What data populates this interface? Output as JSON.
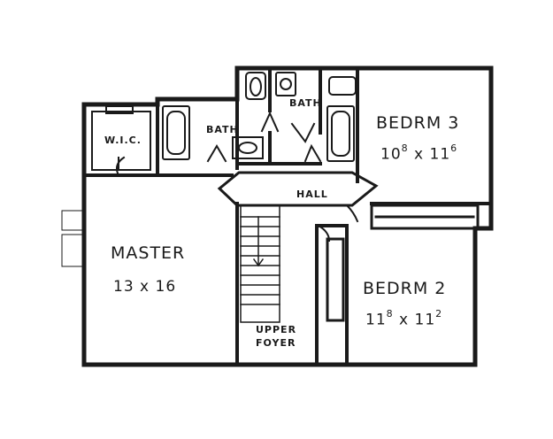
{
  "rooms": {
    "master": {
      "name": "MASTER",
      "dim": "13 x 16"
    },
    "bedrm3": {
      "name": "BEDRM 3",
      "w": "10",
      "w_sup": "8",
      "sep": "x",
      "h": "11",
      "h_sup": "6"
    },
    "bedrm2": {
      "name": "BEDRM 2",
      "w": "11",
      "w_sup": "8",
      "sep": "x",
      "h": "11",
      "h_sup": "2"
    },
    "hall": "HALL",
    "bath_left": "BATH",
    "bath_right": "BATH",
    "wic": "W.I.C.",
    "foyer_line1": "UPPER",
    "foyer_line2": "FOYER"
  },
  "colors": {
    "wall": "#1a1a1a",
    "background": "#ffffff"
  }
}
